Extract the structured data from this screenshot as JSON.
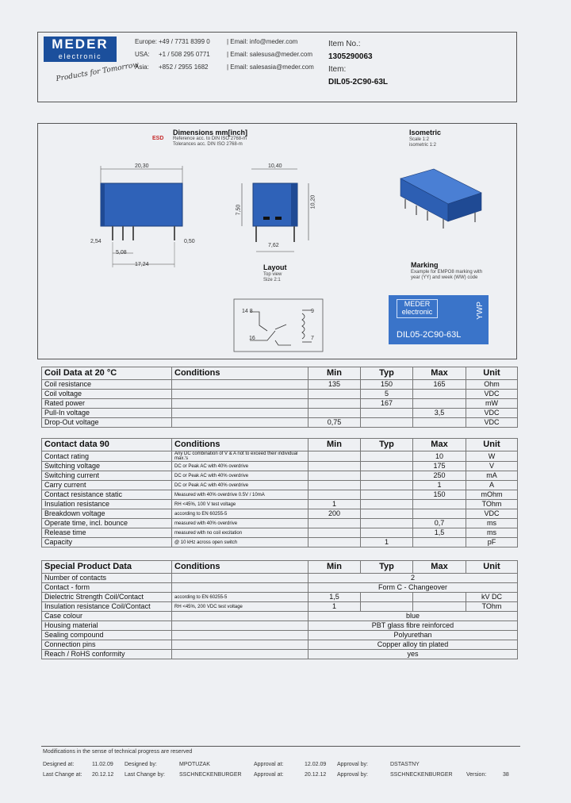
{
  "header": {
    "logo_line1": "MEDER",
    "logo_line2": "electronic",
    "slogan": "Products for Tomorrow",
    "contacts": [
      {
        "region": "Europe:",
        "phone": "+49 / 7731 8399 0",
        "email": "| Email: info@meder.com"
      },
      {
        "region": "USA:",
        "phone": "+1 / 508 295 0771",
        "email": "| Email: salesusa@meder.com"
      },
      {
        "region": "Asia:",
        "phone": "+852 / 2955 1682",
        "email": "| Email: salesasia@meder.com"
      }
    ],
    "item_no_label": "Item No.:",
    "item_no": "1305290063",
    "item_label": "Item:",
    "item": "DIL05-2C90-63L"
  },
  "drawing": {
    "dimensions_title": "Dimensions mm[inch]",
    "dimensions_note1": "Reference acc. to DIN ISO 2768-m",
    "dimensions_note2": "Tolerances acc. DIN ISO 2768-m",
    "esd_label": "ESD",
    "isometric_title": "Isometric",
    "isometric_note1": "Scale 1:2",
    "isometric_note2": "isometric 1:2",
    "layout_title": "Layout",
    "layout_note1": "Top view",
    "layout_note2": "Size 2:1",
    "marking_title": "Marking",
    "marking_note1": "Example for EMPO8 marking with",
    "marking_note2": "year (YY) and week (WW) code",
    "dim_20": "20,30",
    "dim_10": "10,40",
    "dim_ht": "10,20",
    "dim_h2": "7,50",
    "dim_254": "2,54",
    "dim_508": "5,08",
    "dim_1724": "17,24",
    "dim_050": "0,50",
    "dim_762": "7,62",
    "pins_left": "14   8",
    "pins_right": "9",
    "pins_bl": "16",
    "pins_br": "7",
    "marking_logo1": "MEDER",
    "marking_logo2": "electronic",
    "marking_pn": "DIL05-2C90-63L",
    "marking_yw": "YWP"
  },
  "coil": {
    "headers": [
      "Coil Data at 20 °C",
      "Conditions",
      "Min",
      "Typ",
      "Max",
      "Unit"
    ],
    "rows": [
      [
        "Coil resistance",
        "",
        "135",
        "150",
        "165",
        "Ohm"
      ],
      [
        "Coil voltage",
        "",
        "",
        "5",
        "",
        "VDC"
      ],
      [
        "Rated power",
        "",
        "",
        "167",
        "",
        "mW"
      ],
      [
        "Pull-In voltage",
        "",
        "",
        "",
        "3,5",
        "VDC"
      ],
      [
        "Drop-Out voltage",
        "",
        "0,75",
        "",
        "",
        "VDC"
      ]
    ]
  },
  "contact": {
    "headers": [
      "Contact data  90",
      "Conditions",
      "Min",
      "Typ",
      "Max",
      "Unit"
    ],
    "rows": [
      [
        "Contact rating",
        "Any DC combination of V & A not to exceed their individual max.'s",
        "",
        "",
        "10",
        "W"
      ],
      [
        "Switching voltage",
        "DC or Peak AC with 40% overdrive",
        "",
        "",
        "175",
        "V"
      ],
      [
        "Switching current",
        "DC or Peak AC with 40% overdrive",
        "",
        "",
        "250",
        "mA"
      ],
      [
        "Carry current",
        "DC or Peak AC with 40% overdrive",
        "",
        "",
        "1",
        "A"
      ],
      [
        "Contact resistance static",
        "Measured with 40% overdrive 0.5V / 10mA",
        "",
        "",
        "150",
        "mOhm"
      ],
      [
        "Insulation resistance",
        "RH <45%, 100 V test voltage",
        "1",
        "",
        "",
        "TOhm"
      ],
      [
        "Breakdown voltage",
        "according to EN 60255-5",
        "200",
        "",
        "",
        "VDC"
      ],
      [
        "Operate time, incl. bounce",
        "measured with 40% overdrive",
        "",
        "",
        "0,7",
        "ms"
      ],
      [
        "Release time",
        "measured with no coil excitation",
        "",
        "",
        "1,5",
        "ms"
      ],
      [
        "Capacity",
        "@ 10 kHz across open switch",
        "",
        "1",
        "",
        "pF"
      ]
    ]
  },
  "special": {
    "headers": [
      "Special Product Data",
      "Conditions",
      "Min",
      "Typ",
      "Max",
      "Unit"
    ],
    "rows": [
      [
        "Number of contacts",
        "",
        "",
        "2",
        "",
        ""
      ],
      [
        "Contact - form",
        "",
        "",
        "Form C - Changeover",
        "",
        ""
      ],
      [
        "Dielectric Strength Coil/Contact",
        "according to EN 60255-5",
        "1,5",
        "",
        "",
        "kV DC"
      ],
      [
        "Insulation resistance Coil/Contact",
        "RH <45%, 200 VDC test voltage",
        "1",
        "",
        "",
        "TOhm"
      ],
      [
        "Case colour",
        "",
        "",
        "blue",
        "",
        ""
      ],
      [
        "Housing material",
        "",
        "",
        "PBT glass fibre reinforced",
        "",
        ""
      ],
      [
        "Sealing compound",
        "",
        "",
        "Polyurethan",
        "",
        ""
      ],
      [
        "Connection pins",
        "",
        "",
        "Copper alloy tin plated",
        "",
        ""
      ],
      [
        "Reach / RoHS conformity",
        "",
        "",
        "yes",
        "",
        ""
      ]
    ]
  },
  "footer": {
    "note": "Modifications in the sense of technical progress are reserved",
    "designed_at_label": "Designed at:",
    "designed_at": "11.02.09",
    "designed_by_label": "Designed by:",
    "designed_by": "MPOTUZAK",
    "approval_label": "Approval at:",
    "approval_at": "12.02.09",
    "approval_by_label": "Approval by:",
    "approval_by": "DSTASTNY",
    "last_change_at_label": "Last Change at:",
    "last_change_at": "20.12.12",
    "last_change_by_label": "Last Change by:",
    "last_change_by": "SSCHNECKENBURGER",
    "last_approval_label": "Approval at:",
    "last_approval_at": "20.12.12",
    "last_approval_by_label": "Approval by:",
    "last_approval_by": "SSCHNECKENBURGER",
    "version_label": "Version:",
    "version": "38"
  }
}
